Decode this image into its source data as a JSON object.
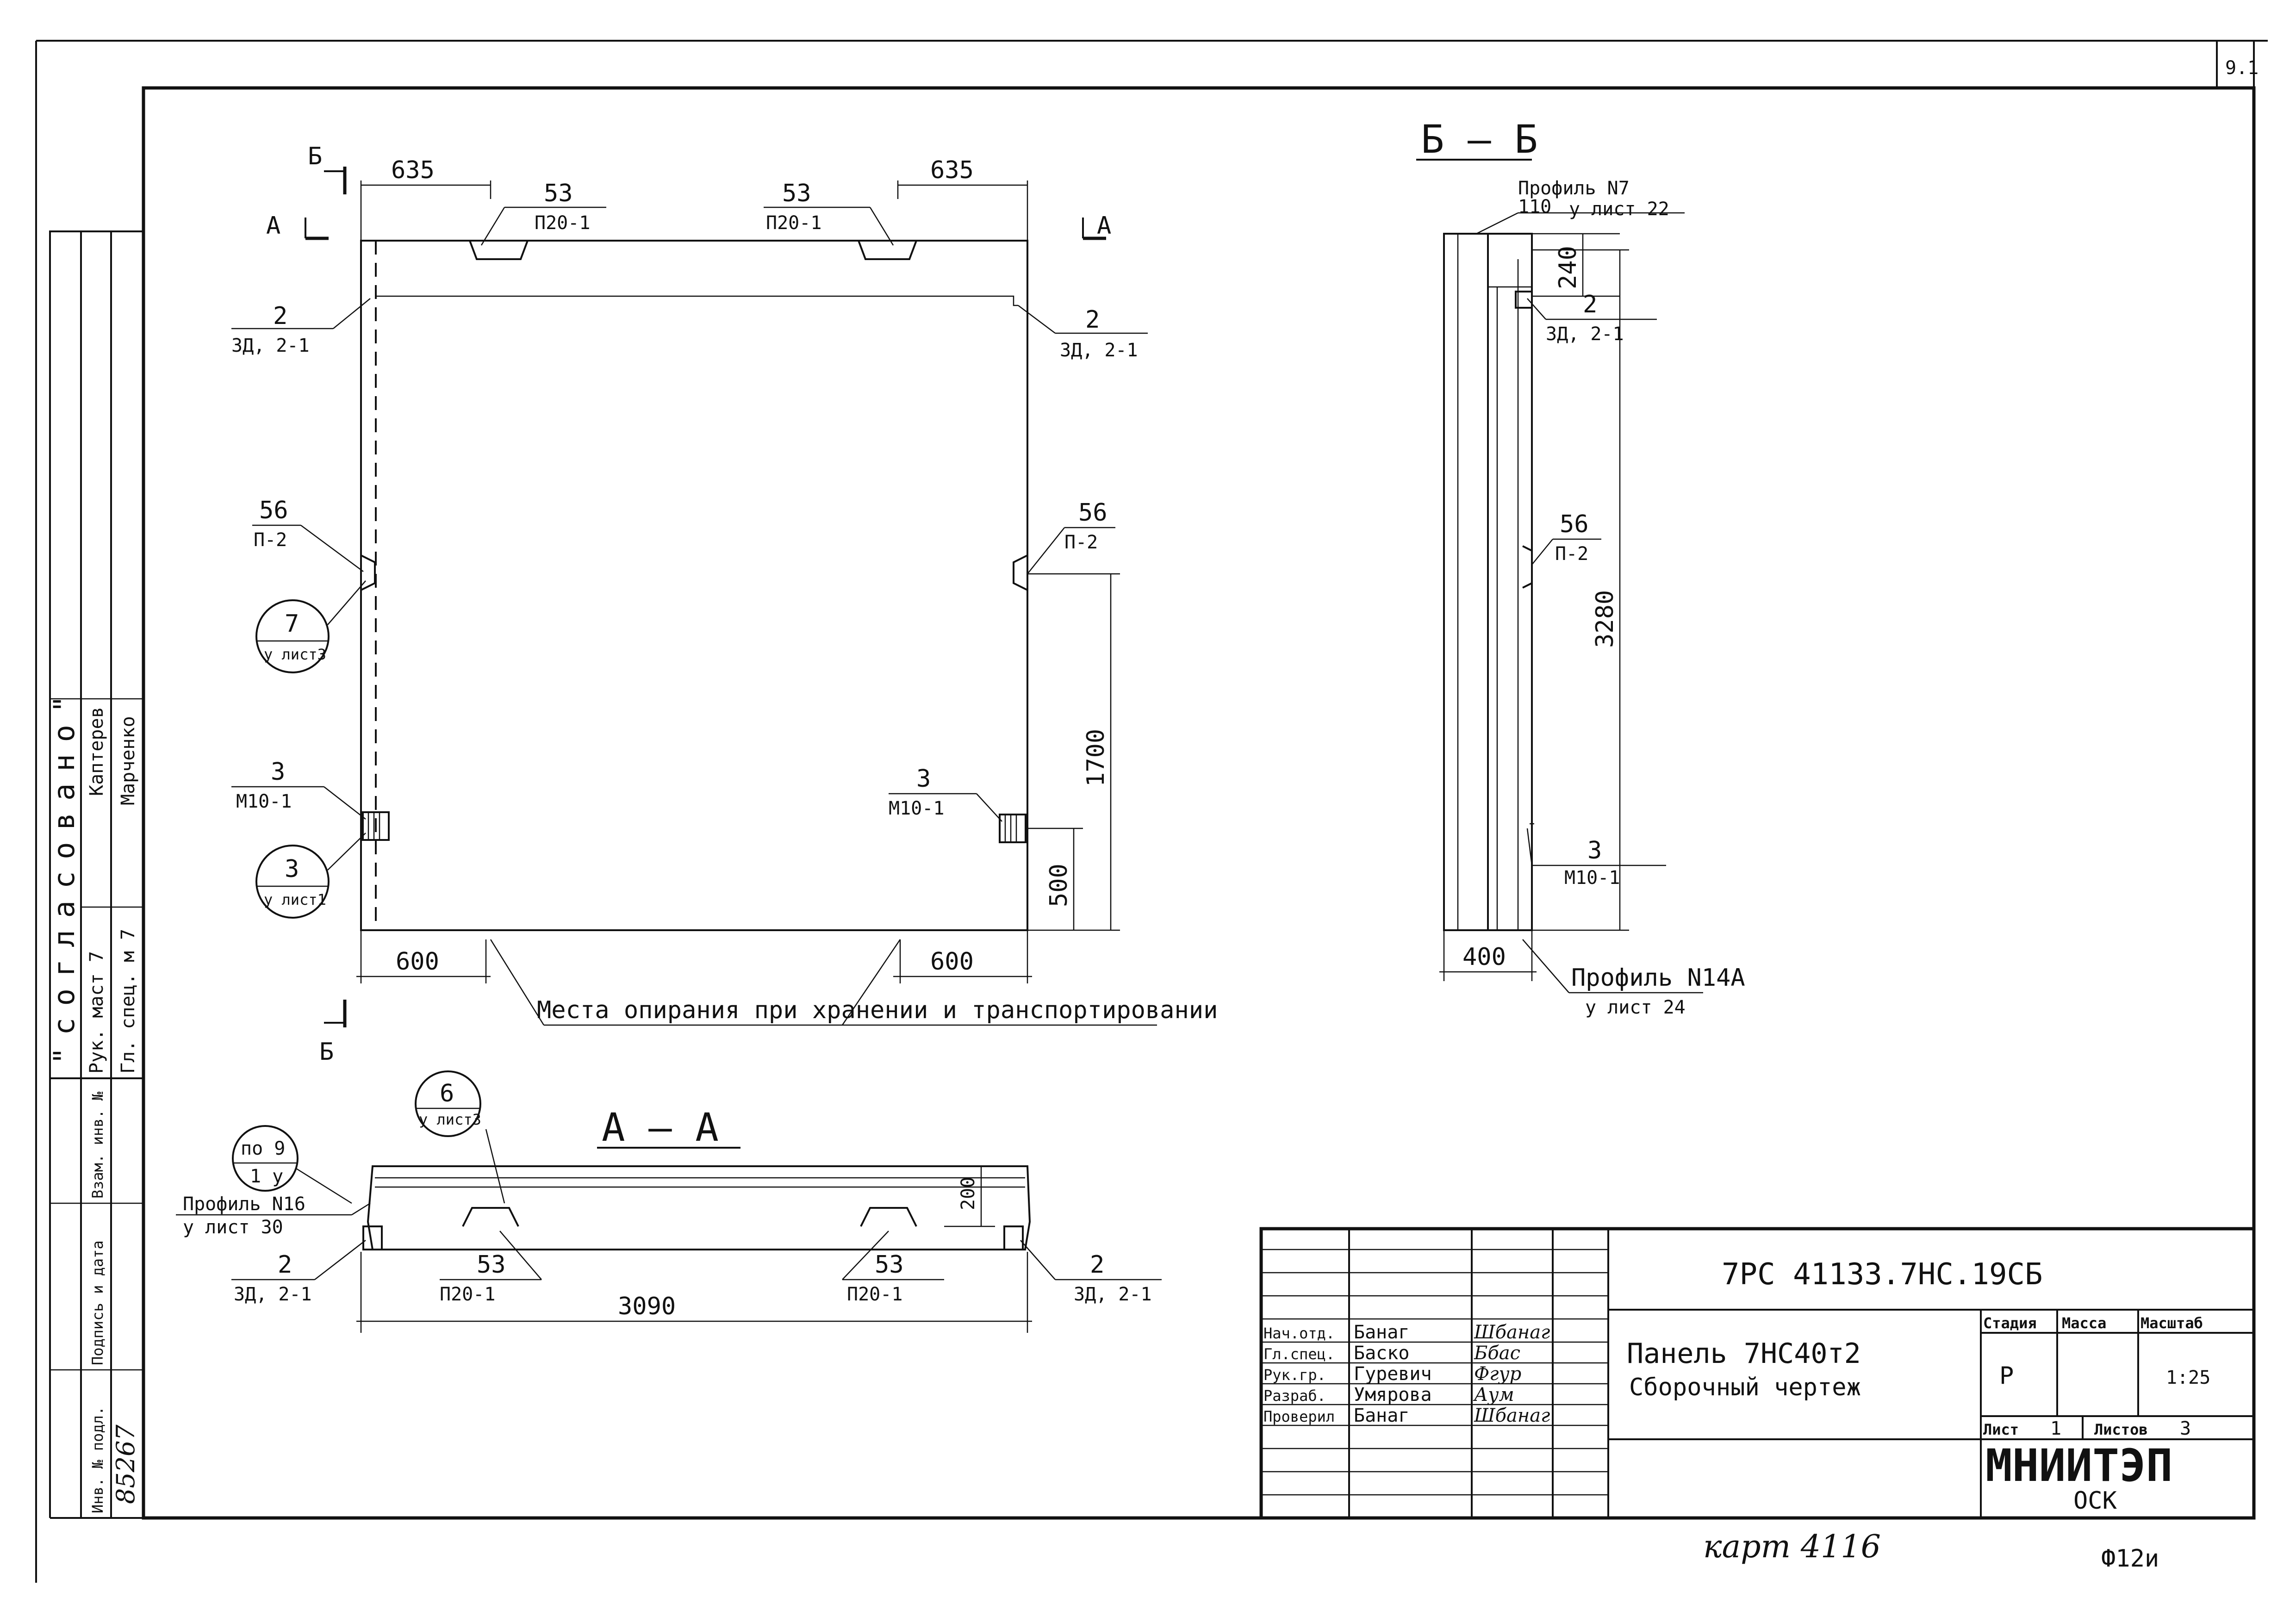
{
  "sheet": {
    "corner_number": "9.1",
    "bottom_note": "карт 4116",
    "format": "Ф12и"
  },
  "side_stamp": {
    "heading": "\"согласовано\"",
    "roles": [
      "Рук. маст 7",
      "Гл. спец. м 7"
    ],
    "names": [
      "Каптерев",
      "Марченко"
    ],
    "fields": [
      "Взам. инв. №",
      "Подпись и дата",
      "Инв. № подл."
    ],
    "inv_number": "85267"
  },
  "front_view": {
    "section_mark_b": "Б",
    "section_mark_a": "А",
    "dims": {
      "top_left": "635",
      "top_right": "635",
      "bottom_left": "600",
      "bottom_right": "600",
      "height_lower": "500",
      "height_upper": "1700"
    },
    "callouts": [
      {
        "num": "53",
        "ref": "П20-1"
      },
      {
        "num": "53",
        "ref": "П20-1"
      },
      {
        "num": "2",
        "ref": "3Д, 2-1"
      },
      {
        "num": "2",
        "ref": "3Д, 2-1"
      },
      {
        "num": "56",
        "ref": "П-2"
      },
      {
        "num": "56",
        "ref": "П-2"
      },
      {
        "num": "3",
        "ref": "М10-1"
      },
      {
        "num": "3",
        "ref": "М10-1"
      }
    ],
    "circles": [
      {
        "num": "7",
        "ref": "у листЗ"
      },
      {
        "num": "3",
        "ref": "у лист1"
      }
    ],
    "support_note": "Места опирания при хранении и транспортировании"
  },
  "section_aa": {
    "title": "А – А",
    "circle_top": {
      "num": "6",
      "ref": "у листЗ"
    },
    "circle_left": {
      "num": "по 9",
      "ref": "1 у"
    },
    "profile_label": "Профиль N16",
    "profile_sheet": "у лист 30",
    "dim_thickness": "200",
    "dim_length": "3090",
    "callouts": [
      {
        "num": "2",
        "ref": "3Д, 2-1"
      },
      {
        "num": "53",
        "ref": "П20-1"
      },
      {
        "num": "53",
        "ref": "П20-1"
      },
      {
        "num": "2",
        "ref": "3Д, 2-1"
      }
    ]
  },
  "section_bb": {
    "title": "Б – Б",
    "profile_top": "Профиль N7",
    "profile_top_sheet": "у лист 22",
    "dim_110": "110",
    "dim_240": "240",
    "dim_3280": "3280",
    "dim_400": "400",
    "profile_bottom": "Профиль N14А",
    "profile_bottom_sheet": "у лист 24",
    "callouts": [
      {
        "num": "2",
        "ref": "3Д, 2-1"
      },
      {
        "num": "56",
        "ref": "П-2"
      },
      {
        "num": "3",
        "ref": "М10-1"
      }
    ]
  },
  "title_block": {
    "doc_code": "7РС 41133.7НС.19СБ",
    "title_line1": "Панель 7НС40т2",
    "title_line2": "Сборочный чертеж",
    "roles": [
      "Нач.отд.",
      "Гл.спец.",
      "Рук.гр.",
      "Разраб.",
      "Проверил"
    ],
    "names": [
      "Банаг",
      "Баско",
      "Гуревич",
      "Умярова",
      "Банаг"
    ],
    "signatures": [
      "Шбанаг",
      "Ббас",
      "Фгур",
      "Аум",
      "Шбанаг"
    ],
    "stage_label": "Стадия",
    "mass_label": "Масса",
    "scale_label": "Масштаб",
    "stage": "Р",
    "mass": "",
    "scale": "1:25",
    "sheet_label": "Лист",
    "sheet_num": "1",
    "sheets_label": "Листов",
    "sheets_num": "3",
    "org": "МНИИТЭП",
    "dept": "ОСК"
  }
}
